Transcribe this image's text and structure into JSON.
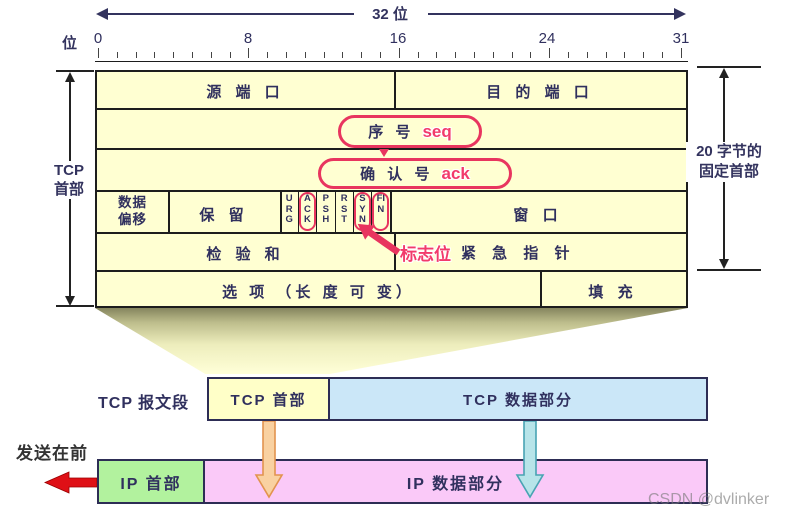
{
  "colors": {
    "accent_red": "#E8355F",
    "text_navy": "#30305E",
    "cell_yellow": "#FFFFD2",
    "tcp_header_yellow": "#FFFFC8",
    "tcp_data_blue": "#CBE7F8",
    "ip_header_green": "#B2F29E",
    "ip_data_pink": "#FAC9F8",
    "orange_arrow": "#F9D1A1",
    "teal_arrow": "#B7E4E9",
    "send_arrow_red": "#DF1016"
  },
  "scale": {
    "width_label": "32 位",
    "bit_label": "位",
    "ticks": [
      "0",
      "8",
      "16",
      "24",
      "31"
    ]
  },
  "tcp_table": {
    "source_port": "源 端 口",
    "dest_port": "目 的 端 口",
    "seq_label": "序  号",
    "seq_tag": "seq",
    "ack_label": "确  认  号",
    "ack_tag": "ack",
    "data_offset_line1": "数据",
    "data_offset_line2": "偏移",
    "reserved": "保 留",
    "flags": [
      {
        "label": "URG"
      },
      {
        "label": "ACK"
      },
      {
        "label": "PSH"
      },
      {
        "label": "RST"
      },
      {
        "label": "SYN"
      },
      {
        "label": "FIN"
      }
    ],
    "circled_flags": "ACK SYN FIN",
    "window": "窗 口",
    "checksum": "检 验 和",
    "flag_bits_label": "标志位",
    "urgent_pointer": "紧 急 指 针",
    "options": "选 项 （长 度 可 变）",
    "padding": "填 充"
  },
  "brackets": {
    "tcp_header_line1": "TCP",
    "tcp_header_line2": "首部",
    "fixed_header_line1": "20 字节的",
    "fixed_header_line2": "固定首部"
  },
  "segment_row": {
    "label": "TCP 报文段",
    "tcp_header": "TCP 首部",
    "tcp_data": "TCP 数据部分"
  },
  "ip_row": {
    "send_first_label": "发送在前",
    "ip_header": "IP 首部",
    "ip_data": "IP 数据部分"
  },
  "watermark": "CSDN @dvlinker"
}
